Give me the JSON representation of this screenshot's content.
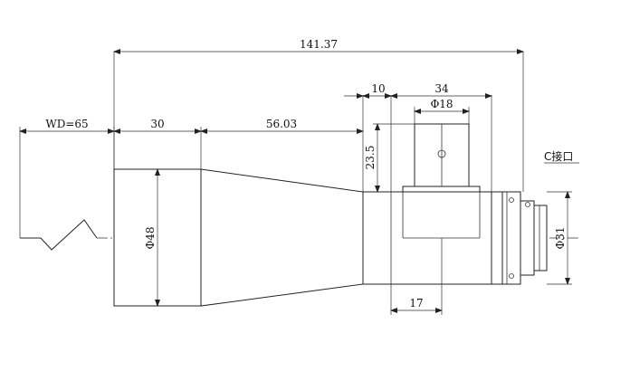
{
  "drawing": {
    "dimensions": {
      "total_length": "141.37",
      "working_distance": "WD=65",
      "front_length": "30",
      "taper_length": "56.03",
      "housing_offset": "10",
      "housing_width": "34",
      "knob_diameter": "Φ18",
      "knob_height": "23.5",
      "front_diameter": "Φ48",
      "mount_diameter": "Φ31",
      "base_width": "17"
    },
    "mount_label": "C接口"
  }
}
